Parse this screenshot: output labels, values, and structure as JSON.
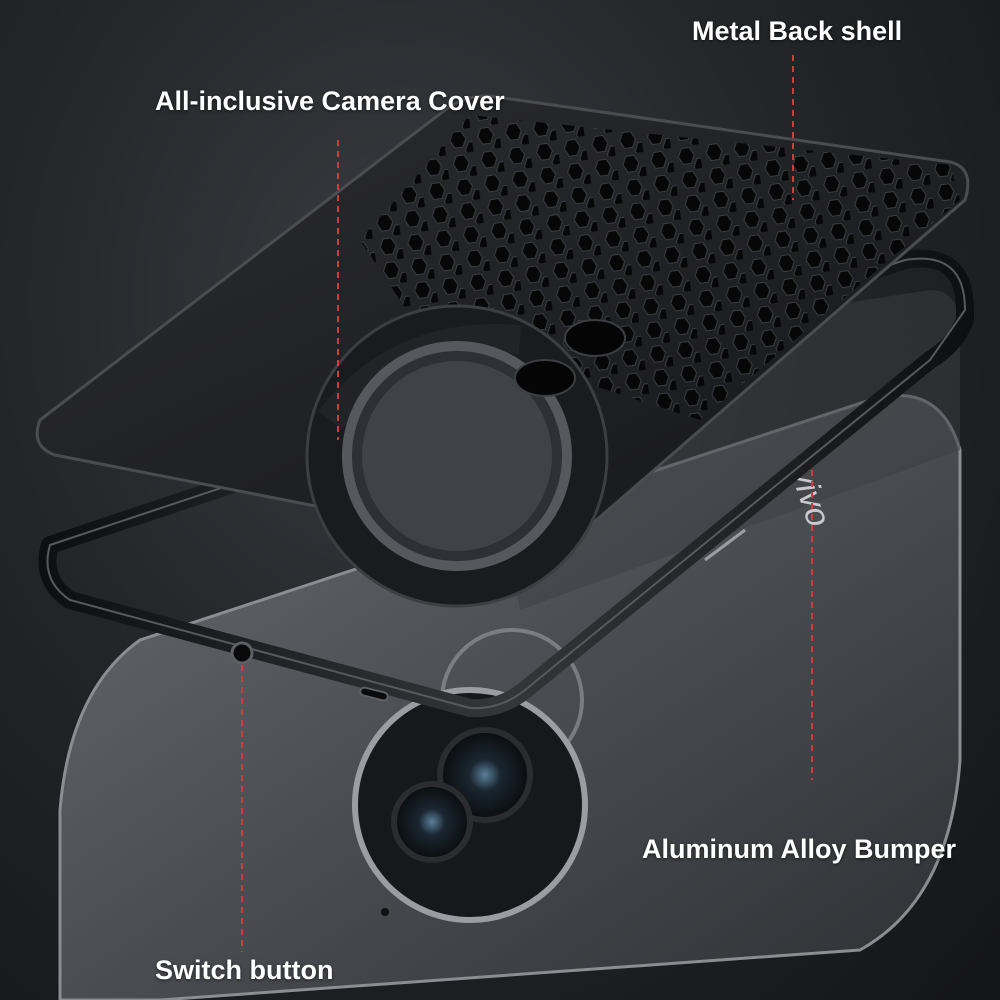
{
  "labels": {
    "metal_back_shell": "Metal Back shell",
    "camera_cover": "All-inclusive Camera Cover",
    "bumper": "Aluminum Alloy Bumper",
    "switch_button": "Switch button"
  },
  "colors": {
    "background": "#24262a",
    "shell_metal": "#1e1f22",
    "phone_body": "#4f5256",
    "leader_line": "#d43a3a",
    "label_text": "#ffffff"
  },
  "icons": {
    "brand_mark": "vivo-logo"
  }
}
